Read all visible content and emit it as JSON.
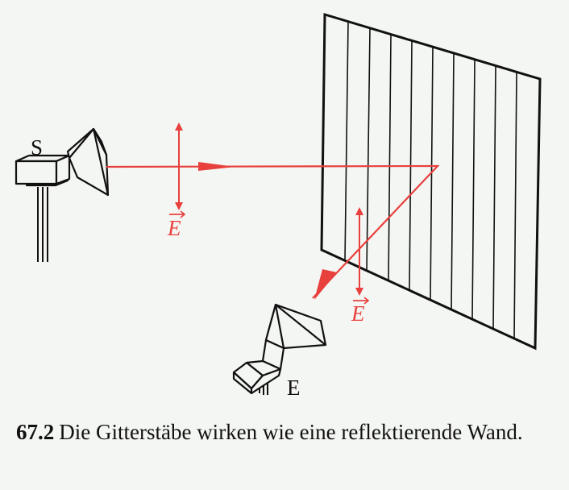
{
  "figure": {
    "sender_label": "S",
    "receiver_label": "E",
    "field_symbol": "E",
    "ray_color": "#e8403d",
    "ink_color": "#111111",
    "paper_color": "#f4f6f3"
  },
  "caption": {
    "number": "67.2",
    "text": "Die Gitterstäbe wirken wie eine reflektierende Wand."
  }
}
